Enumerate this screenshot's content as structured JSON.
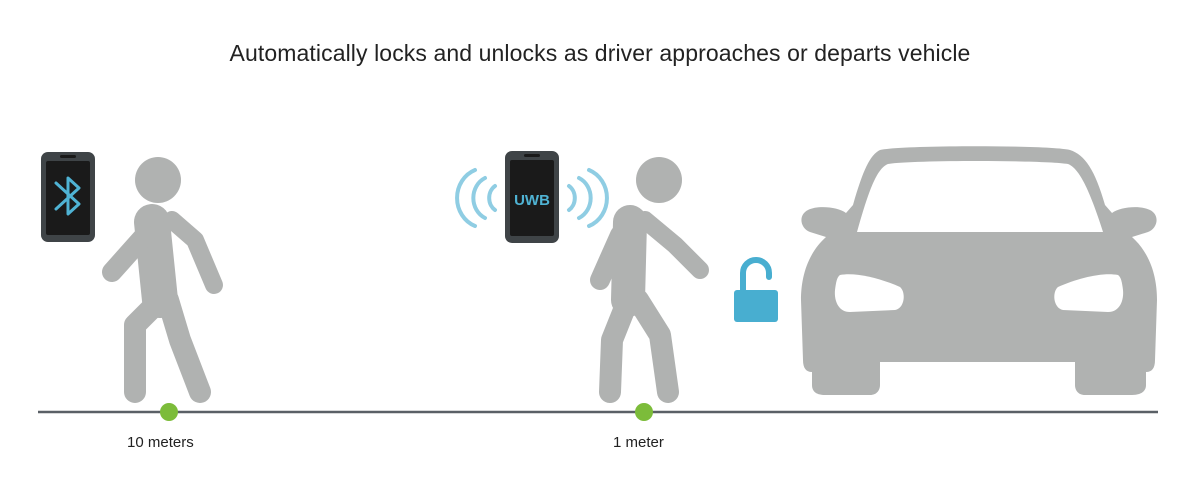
{
  "title": "Automatically locks and unlocks as driver approaches or departs vehicle",
  "markers": [
    {
      "label": "10 meters",
      "technology": "Bluetooth",
      "icon": "bluetooth-icon"
    },
    {
      "label": "1 meter",
      "technology": "UWB",
      "icon_text": "UWB"
    }
  ],
  "colors": {
    "figure_gray": "#b0b2b1",
    "phone_body": "#3f4447",
    "phone_screen": "#1a1a1a",
    "accent_blue": "#4fb3d4",
    "lock_blue": "#48aed0",
    "marker_green": "#7cbc3a",
    "ground_line": "#5a6066"
  },
  "lock_state": "unlocked"
}
